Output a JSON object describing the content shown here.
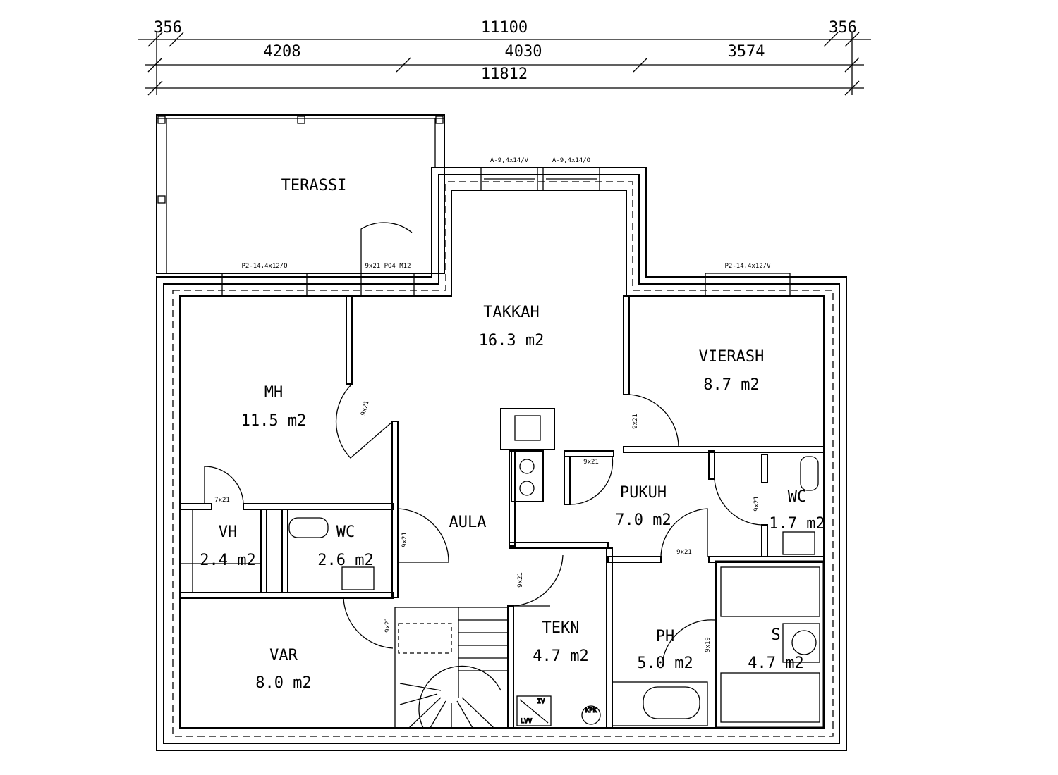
{
  "dimensions": {
    "row1": [
      "356",
      "11100",
      "356"
    ],
    "row2": [
      "4208",
      "4030",
      "3574"
    ],
    "row3": [
      "11812"
    ]
  },
  "rooms": [
    {
      "name": "TERASSI",
      "area": ""
    },
    {
      "name": "TAKKAH",
      "area": "16.3 m2"
    },
    {
      "name": "VIERASH",
      "area": "8.7 m2"
    },
    {
      "name": "MH",
      "area": "11.5 m2"
    },
    {
      "name": "PUKUH",
      "area": "7.0 m2"
    },
    {
      "name": "WC",
      "area": "1.7 m2"
    },
    {
      "name": "VH",
      "area": "2.4 m2"
    },
    {
      "name": "WC",
      "area": "2.6 m2"
    },
    {
      "name": "AULA",
      "area": ""
    },
    {
      "name": "TEKN",
      "area": "4.7 m2"
    },
    {
      "name": "PH",
      "area": "5.0 m2"
    },
    {
      "name": "S",
      "area": "4.7 m2"
    },
    {
      "name": "VAR",
      "area": "8.0 m2"
    }
  ],
  "windows": [
    "A-9,4x14/V",
    "A-9,4x14/O",
    "P2-14,4x12/O",
    "9x21 PO4 M12",
    "P2-14,4x12/V"
  ],
  "doors": [
    "9x21",
    "9x21",
    "9x21",
    "7x21",
    "9x21",
    "9x21",
    "9x21",
    "9x21",
    "9x21",
    "9x19"
  ],
  "equipment": {
    "iv": "IV",
    "lvv": "LVV",
    "kpk": "KPK"
  }
}
